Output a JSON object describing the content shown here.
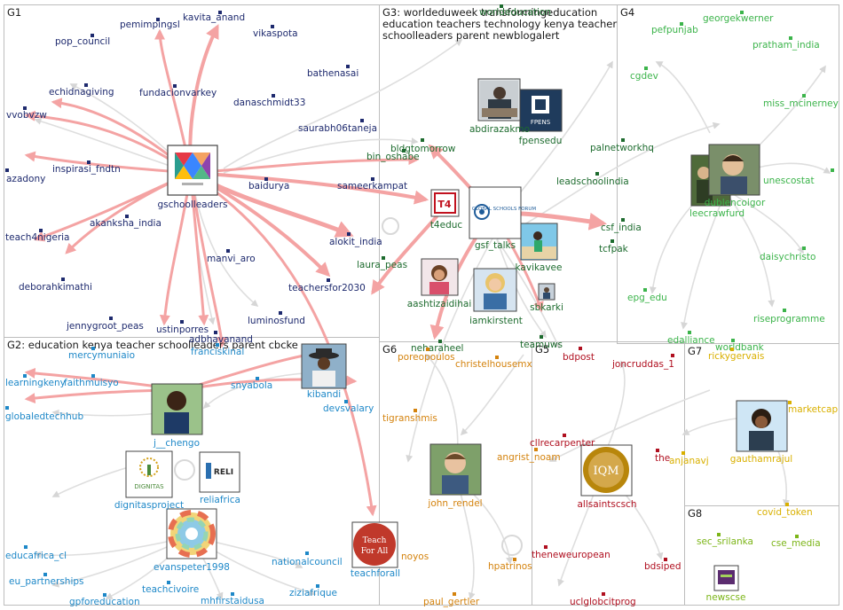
{
  "colors": {
    "g1": "#1e2a6e",
    "g2": "#1e88c8",
    "g3": "#1d6b2e",
    "g4": "#3cb44b",
    "g5": "#b01020",
    "g6": "#d4830e",
    "g7": "#d9b000",
    "g8": "#7cb518",
    "box": "#bdbdbd",
    "edge_bold": "#f4a3a3",
    "edge_light": "#dedede"
  },
  "groups": [
    {
      "id": "G1",
      "label": "G1"
    },
    {
      "id": "G2",
      "label": "G2: education kenya teacher schoolleaders parent cbcke"
    },
    {
      "id": "G3",
      "label_line1": "G3: worldeduweek transformingeducation",
      "label_line2": "education teachers technology kenya teacher",
      "label_line3": "schoolleaders parent newblogalert"
    },
    {
      "id": "G4",
      "label": "G4"
    },
    {
      "id": "G5",
      "label": "G5"
    },
    {
      "id": "G6",
      "label": "G6"
    },
    {
      "id": "G7",
      "label": "G7"
    },
    {
      "id": "G8",
      "label": "G8"
    }
  ],
  "nodes": [
    {
      "id": "gschoolleaders",
      "label": "gschoolleaders",
      "group": "g1",
      "avatar": "tangram-logo"
    },
    {
      "id": "kavita_anand",
      "label": "kavita_anand",
      "group": "g1"
    },
    {
      "id": "pemimpingsl",
      "label": "pemimpingsl",
      "group": "g1"
    },
    {
      "id": "vikaspota",
      "label": "vikaspota",
      "group": "g1"
    },
    {
      "id": "pop_council",
      "label": "pop_council",
      "group": "g1"
    },
    {
      "id": "bathenasai",
      "label": "bathenasai",
      "group": "g1"
    },
    {
      "id": "echidnagiving",
      "label": "echidnagiving",
      "group": "g1"
    },
    {
      "id": "fundacionvarkey",
      "label": "fundacionvarkey",
      "group": "g1"
    },
    {
      "id": "danaschmidt33",
      "label": "danaschmidt33",
      "group": "g1"
    },
    {
      "id": "vvobvzw",
      "label": "vvobvzw",
      "group": "g1"
    },
    {
      "id": "saurabh06taneja",
      "label": "saurabh06taneja",
      "group": "g1"
    },
    {
      "id": "inspirasi_fndtn",
      "label": "inspirasi_fndtn",
      "group": "g1"
    },
    {
      "id": "bin_oshabe",
      "label": "bin_oshabe",
      "group": "g3"
    },
    {
      "id": "azadony",
      "label": "azadony",
      "group": "g1"
    },
    {
      "id": "baidurya",
      "label": "baidurya",
      "group": "g1"
    },
    {
      "id": "sameerkampat",
      "label": "sameerkampat",
      "group": "g1"
    },
    {
      "id": "teach4nigeria",
      "label": "teach4nigeria",
      "group": "g1"
    },
    {
      "id": "akanksha_india",
      "label": "akanksha_india",
      "group": "g1"
    },
    {
      "id": "alokit_india",
      "label": "alokit_india",
      "group": "g1"
    },
    {
      "id": "manvi_aro",
      "label": "manvi_aro",
      "group": "g1"
    },
    {
      "id": "deborahkimathi",
      "label": "deborahkimathi",
      "group": "g1"
    },
    {
      "id": "teachersfor2030",
      "label": "teachersfor2030",
      "group": "g1"
    },
    {
      "id": "luminosfund",
      "label": "luminosfund",
      "group": "g1"
    },
    {
      "id": "jennygroot_peas",
      "label": "jennygroot_peas",
      "group": "g1"
    },
    {
      "id": "ustinporres",
      "label": "ustinporres",
      "group": "g1"
    },
    {
      "id": "adbhavanand",
      "label": "adbhavanand",
      "group": "g1"
    },
    {
      "id": "worldeducation",
      "label": "worldeducation",
      "group": "g3"
    },
    {
      "id": "abdirazakmo",
      "label": "abdirazakmo",
      "group": "g3",
      "avatar": "person-photo"
    },
    {
      "id": "fpensedu",
      "label": "fpensedu",
      "group": "g3",
      "avatar": "fpense-logo"
    },
    {
      "id": "bldgtomorrow",
      "label": "bldgtomorrow",
      "group": "g3"
    },
    {
      "id": "t4educ",
      "label": "t4educ",
      "group": "g3",
      "avatar": "t4-logo"
    },
    {
      "id": "gsf_talks",
      "label": "gsf_talks",
      "group": "g3",
      "avatar": "gsf-logo"
    },
    {
      "id": "leadschoolindia",
      "label": "leadschoolindia",
      "group": "g3"
    },
    {
      "id": "laura_peas",
      "label": "laura_peas",
      "group": "g3"
    },
    {
      "id": "kavikavee",
      "label": "kavikavee",
      "group": "g3",
      "avatar": "beach-photo"
    },
    {
      "id": "aashtizaidihai",
      "label": "aashtizaidihai",
      "group": "g3",
      "avatar": "child-photo"
    },
    {
      "id": "iamkirstent",
      "label": "iamkirstent",
      "group": "g3",
      "avatar": "woman-photo"
    },
    {
      "id": "sbkarki",
      "label": "sbkarki",
      "group": "g3",
      "avatar": "small-photo"
    },
    {
      "id": "teamuws",
      "label": "teamuws",
      "group": "g3"
    },
    {
      "id": "neharaheel",
      "label": "neharaheel",
      "group": "g3"
    },
    {
      "id": "georgekwerner",
      "label": "georgekwerner",
      "group": "g4"
    },
    {
      "id": "pefpunjab",
      "label": "pefpunjab",
      "group": "g4"
    },
    {
      "id": "pratham_india",
      "label": "pratham_india",
      "group": "g4"
    },
    {
      "id": "cgdev",
      "label": "cgdev",
      "group": "g4"
    },
    {
      "id": "miss_mcinerney",
      "label": "miss_mcinerney",
      "group": "g4"
    },
    {
      "id": "palnetworkhq",
      "label": "palnetworkhq",
      "group": "g3"
    },
    {
      "id": "unescostat",
      "label": "unescostat",
      "group": "g4"
    },
    {
      "id": "dublencoigor",
      "label": "dublencoigor",
      "group": "g4",
      "avatar": "man-photo"
    },
    {
      "id": "leecrawfurd",
      "label": "leecrawfurd",
      "group": "g4",
      "avatar": "man2-photo"
    },
    {
      "id": "csf_india",
      "label": "csf_india",
      "group": "g3"
    },
    {
      "id": "tcfpak",
      "label": "tcfpak",
      "group": "g3"
    },
    {
      "id": "daisychristo",
      "label": "daisychristo",
      "group": "g4"
    },
    {
      "id": "epg_edu",
      "label": "epg_edu",
      "group": "g4"
    },
    {
      "id": "riseprogramme",
      "label": "riseprogramme",
      "group": "g4"
    },
    {
      "id": "edalliance",
      "label": "edalliance",
      "group": "g4"
    },
    {
      "id": "worldbank",
      "label": "worldbank",
      "group": "g4"
    },
    {
      "id": "mercymuniaio",
      "label": "mercymuniaio",
      "group": "g2"
    },
    {
      "id": "franciskinal",
      "label": "franciskinal",
      "group": "g2"
    },
    {
      "id": "learningkeny",
      "label": "learningkeny",
      "group": "g2"
    },
    {
      "id": "faithmuisyo",
      "label": "faithmuisyo",
      "group": "g2"
    },
    {
      "id": "snyabola",
      "label": "snyabola",
      "group": "g2"
    },
    {
      "id": "kibandi",
      "label": "kibandi",
      "group": "g2",
      "avatar": "hat-photo"
    },
    {
      "id": "globaledtechhub",
      "label": "globaledtechhub",
      "group": "g2"
    },
    {
      "id": "devsvalary",
      "label": "devsvalary",
      "group": "g2"
    },
    {
      "id": "j__chengo",
      "label": "j__chengo",
      "group": "g2",
      "avatar": "student-photo"
    },
    {
      "id": "dignitasproject",
      "label": "dignitasproject",
      "group": "g2",
      "avatar": "dignitas-logo"
    },
    {
      "id": "reliafrica",
      "label": "reliafrica",
      "group": "g2",
      "avatar": "reli-logo"
    },
    {
      "id": "educafrica_cl",
      "label": "educafrica_cl",
      "group": "g2"
    },
    {
      "id": "evanspeter1998",
      "label": "evanspeter1998",
      "group": "g2",
      "avatar": "wheel-logo"
    },
    {
      "id": "nationalcouncil",
      "label": "nationalcouncil",
      "group": "g2"
    },
    {
      "id": "eu_partnerships",
      "label": "eu_partnerships",
      "group": "g2"
    },
    {
      "id": "teachcivoire",
      "label": "teachcivoire",
      "group": "g2"
    },
    {
      "id": "ziziafrique",
      "label": "ziziafrique",
      "group": "g2"
    },
    {
      "id": "teachforall",
      "label": "teachforall",
      "group": "g2",
      "avatar": "teachforall-logo"
    },
    {
      "id": "gpforeducation",
      "label": "gpforeducation",
      "group": "g2"
    },
    {
      "id": "mhfirstaidusa",
      "label": "mhfirstaidusa",
      "group": "g2"
    },
    {
      "id": "poreopoulos",
      "label": "poreopoulos",
      "group": "g6"
    },
    {
      "id": "christelhousemx",
      "label": "christelhousemx",
      "group": "g6"
    },
    {
      "id": "tigranshmis",
      "label": "tigranshmis",
      "group": "g6"
    },
    {
      "id": "angrist_noam",
      "label": "angrist_noam",
      "group": "g6"
    },
    {
      "id": "john_rendel",
      "label": "john_rendel",
      "group": "g6",
      "avatar": "john-photo"
    },
    {
      "id": "noyos",
      "label": "noyos",
      "group": "g6"
    },
    {
      "id": "hpatrinos",
      "label": "hpatrinos",
      "group": "g6"
    },
    {
      "id": "paul_gertler",
      "label": "paul_gertler",
      "group": "g6"
    },
    {
      "id": "bdpost",
      "label": "bdpost",
      "group": "g5"
    },
    {
      "id": "joncruddas_1",
      "label": "joncruddas_1",
      "group": "g5"
    },
    {
      "id": "cllrecarpenter",
      "label": "cllrecarpenter",
      "group": "g5"
    },
    {
      "id": "allsaintscsch",
      "label": "allsaintscsch",
      "group": "g5",
      "avatar": "iqm-logo"
    },
    {
      "id": "the",
      "label": "the",
      "group": "g5"
    },
    {
      "id": "theneweuropean",
      "label": "theneweuropean",
      "group": "g5"
    },
    {
      "id": "bdsiped",
      "label": "bdsiped",
      "group": "g5"
    },
    {
      "id": "uclglobcitprog",
      "label": "uclglobcitprog",
      "group": "g5"
    },
    {
      "id": "rickygervais",
      "label": "rickygervais",
      "group": "g7"
    },
    {
      "id": "marketcap",
      "label": "marketcap",
      "group": "g7"
    },
    {
      "id": "anjanavj",
      "label": "anjanavj",
      "group": "g7"
    },
    {
      "id": "gauthamrajul",
      "label": "gauthamrajul",
      "group": "g7",
      "avatar": "gautham-photo"
    },
    {
      "id": "covid_token",
      "label": "covid_token",
      "group": "g7"
    },
    {
      "id": "sec_srilanka",
      "label": "sec_srilanka",
      "group": "g8"
    },
    {
      "id": "cse_media",
      "label": "cse_media",
      "group": "g8"
    },
    {
      "id": "newscse",
      "label": "newscse",
      "group": "g8",
      "avatar": "newscse-logo"
    }
  ],
  "avatar_text": {
    "t4": "T4",
    "fpense": "FPENS",
    "gsf": "GLOBAL SCHOOLS FORUM",
    "dignitas": "DIGNITAS",
    "reli": "RELI",
    "teachforall": [
      "Teach",
      "For All"
    ],
    "iqm": "IQM"
  }
}
